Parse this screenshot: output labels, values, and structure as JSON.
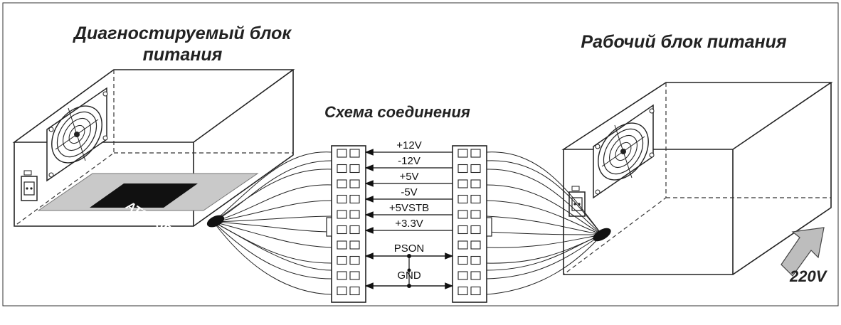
{
  "diagram": {
    "title_tested_psu_line1": "Диагностируемый блок",
    "title_tested_psu_line2": "питания",
    "title_working_psu": "Рабочий блок питания",
    "title_connection_scheme": "Схема соединения",
    "mains_voltage": "220V",
    "tester_label": "AT2005B",
    "lines": [
      {
        "label": "+12V"
      },
      {
        "label": "-12V"
      },
      {
        "label": "+5V"
      },
      {
        "label": "-5V"
      },
      {
        "label": "+5VSTB"
      },
      {
        "label": "+3.3V"
      },
      {
        "label": "PSON"
      },
      {
        "label": "GND"
      }
    ]
  }
}
